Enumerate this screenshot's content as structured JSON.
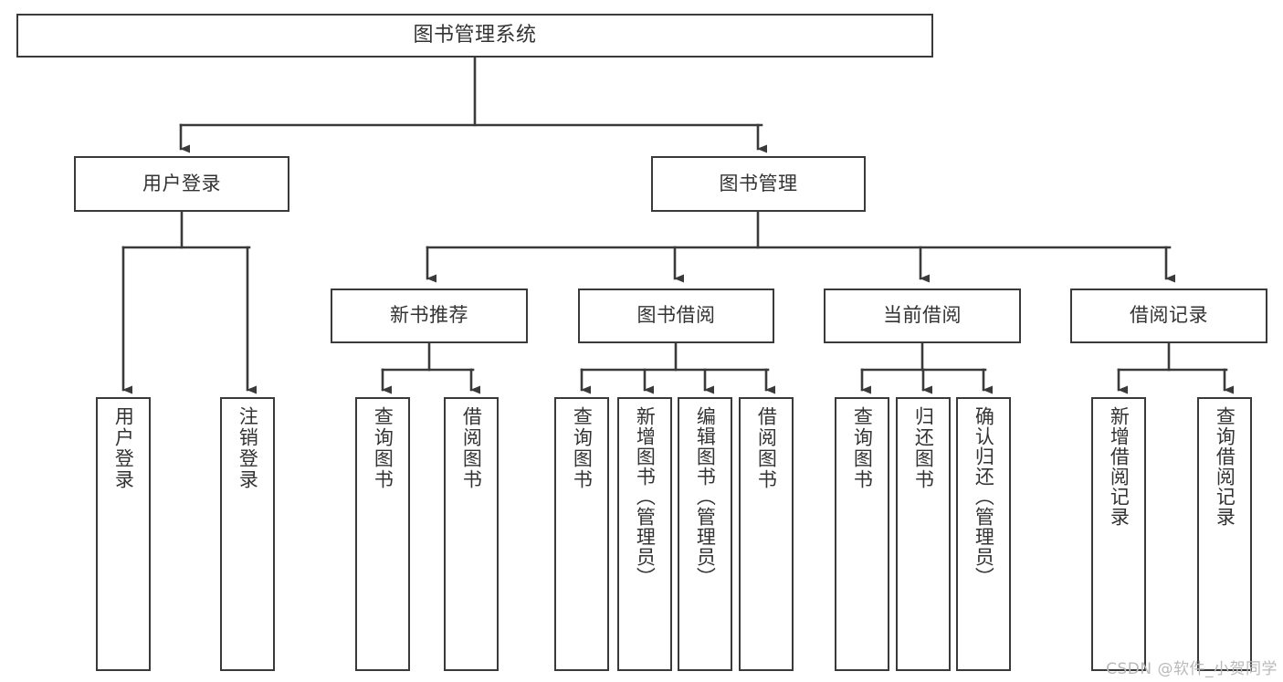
{
  "diagram": {
    "type": "tree-hierarchy-chart",
    "title": "图书管理系统",
    "watermark": "CSDN @软件_小贺同学",
    "colors": {
      "background": "#ffffff",
      "node_fill": "#ffffff",
      "node_border": "#3a3a3a",
      "edge": "#3a3a3a",
      "text": "#333333",
      "watermark": "#b9b9b9"
    },
    "nodes": {
      "root": {
        "label": "图书管理系统"
      },
      "level2": [
        {
          "id": "user-login",
          "label": "用户登录"
        },
        {
          "id": "book-management",
          "label": "图书管理"
        }
      ],
      "level3": [
        {
          "id": "new-book-recommend",
          "label": "新书推荐"
        },
        {
          "id": "book-borrow",
          "label": "图书借阅"
        },
        {
          "id": "current-borrow",
          "label": "当前借阅"
        },
        {
          "id": "borrow-record",
          "label": "借阅记录"
        }
      ],
      "leaves": {
        "user_login": [
          {
            "id": "leaf-user-login",
            "label": "用户登录"
          },
          {
            "id": "leaf-logout-login",
            "label": "注销登录"
          }
        ],
        "new_book_recommend": [
          {
            "id": "leaf-query-book-1",
            "label": "查询图书"
          },
          {
            "id": "leaf-borrow-book-1",
            "label": "借阅图书"
          }
        ],
        "book_borrow": [
          {
            "id": "leaf-query-book-2",
            "label": "查询图书"
          },
          {
            "id": "leaf-add-book",
            "label": "新增图书（管理员）"
          },
          {
            "id": "leaf-edit-book",
            "label": "编辑图书（管理员）"
          },
          {
            "id": "leaf-borrow-book-2",
            "label": "借阅图书"
          }
        ],
        "current_borrow": [
          {
            "id": "leaf-query-book-3",
            "label": "查询图书"
          },
          {
            "id": "leaf-return-book",
            "label": "归还图书"
          },
          {
            "id": "leaf-confirm-return",
            "label": "确认归还（管理员）"
          }
        ],
        "borrow_record": [
          {
            "id": "leaf-add-record",
            "label": "新增借阅记录"
          },
          {
            "id": "leaf-query-record",
            "label": "查询借阅记录"
          }
        ]
      }
    }
  }
}
